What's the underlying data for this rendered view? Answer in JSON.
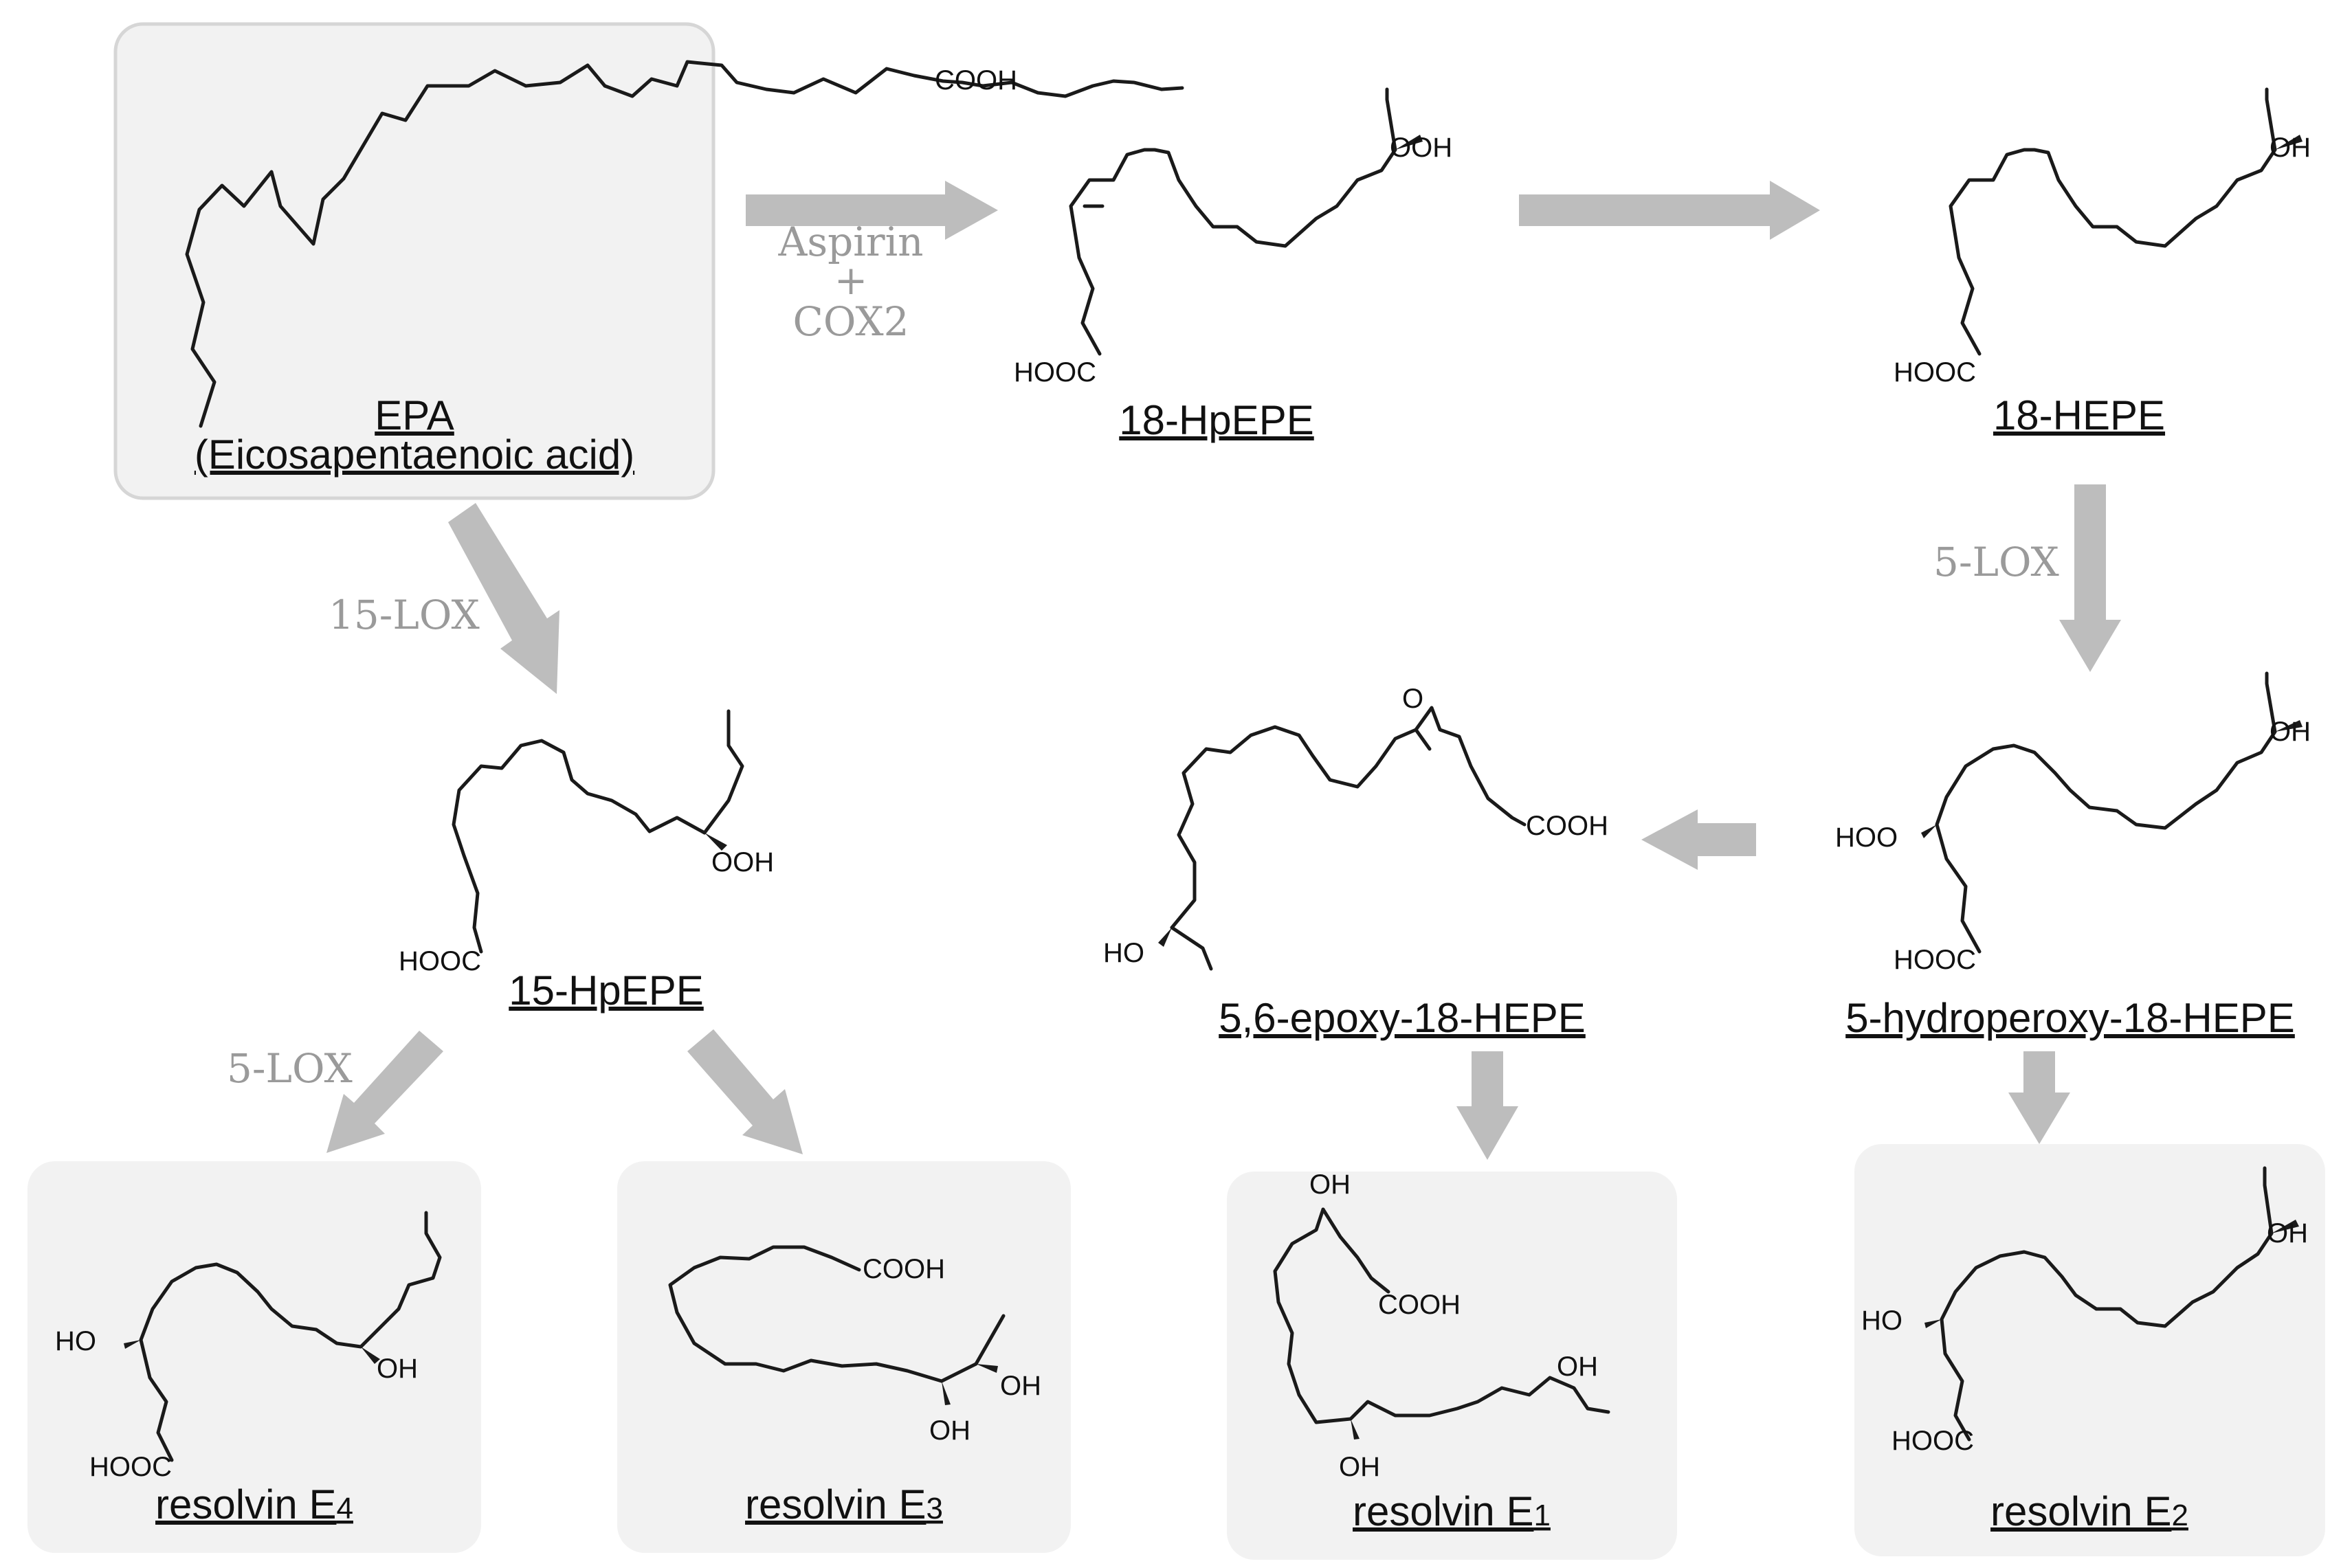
{
  "compounds": {
    "epa": {
      "name": "EPA",
      "fullname": "(Eicosapentaenoic acid)",
      "group": "COOH"
    },
    "hpepe18": {
      "name": "18-HpEPE",
      "groups": [
        "OOH",
        "HOOC"
      ]
    },
    "hepe18": {
      "name": "18-HEPE",
      "groups": [
        "OH",
        "HOOC"
      ]
    },
    "hpepe15": {
      "name": "15-HpEPE",
      "groups": [
        "OOH",
        "HOOC"
      ]
    },
    "epoxy": {
      "name": "5,6-epoxy-18-HEPE",
      "groups": [
        "O",
        "COOH",
        "HO"
      ]
    },
    "hydroperoxy": {
      "name": "5-hydroperoxy-18-HEPE",
      "groups": [
        "OH",
        "HOO",
        "HOOC"
      ]
    },
    "rve4": {
      "name": "resolvin E",
      "sub": "4",
      "groups": [
        "HO",
        "OH",
        "HOOC"
      ]
    },
    "rve3": {
      "name": "resolvin E",
      "sub": "3",
      "groups": [
        "COOH",
        "OH",
        "OH"
      ]
    },
    "rve1": {
      "name": "resolvin E",
      "sub": "1",
      "groups": [
        "OH",
        "COOH",
        "OH",
        "OH"
      ]
    },
    "rve2": {
      "name": "resolvin E",
      "sub": "2",
      "groups": [
        "OH",
        "HO",
        "HOOC"
      ]
    }
  },
  "enzymes": {
    "aspirin": "Aspirin",
    "plus": "+",
    "cox2": "COX2",
    "lox15": "15-LOX",
    "lox5_right": "5-LOX",
    "lox5_left": "5-LOX"
  },
  "colors": {
    "box_fill": "#f2f2f2",
    "box_stroke": "#d6d6d6",
    "arrow": "#bdbdbd",
    "enzyme_text": "#9a9a9a",
    "bond": "#1a1a1a"
  }
}
